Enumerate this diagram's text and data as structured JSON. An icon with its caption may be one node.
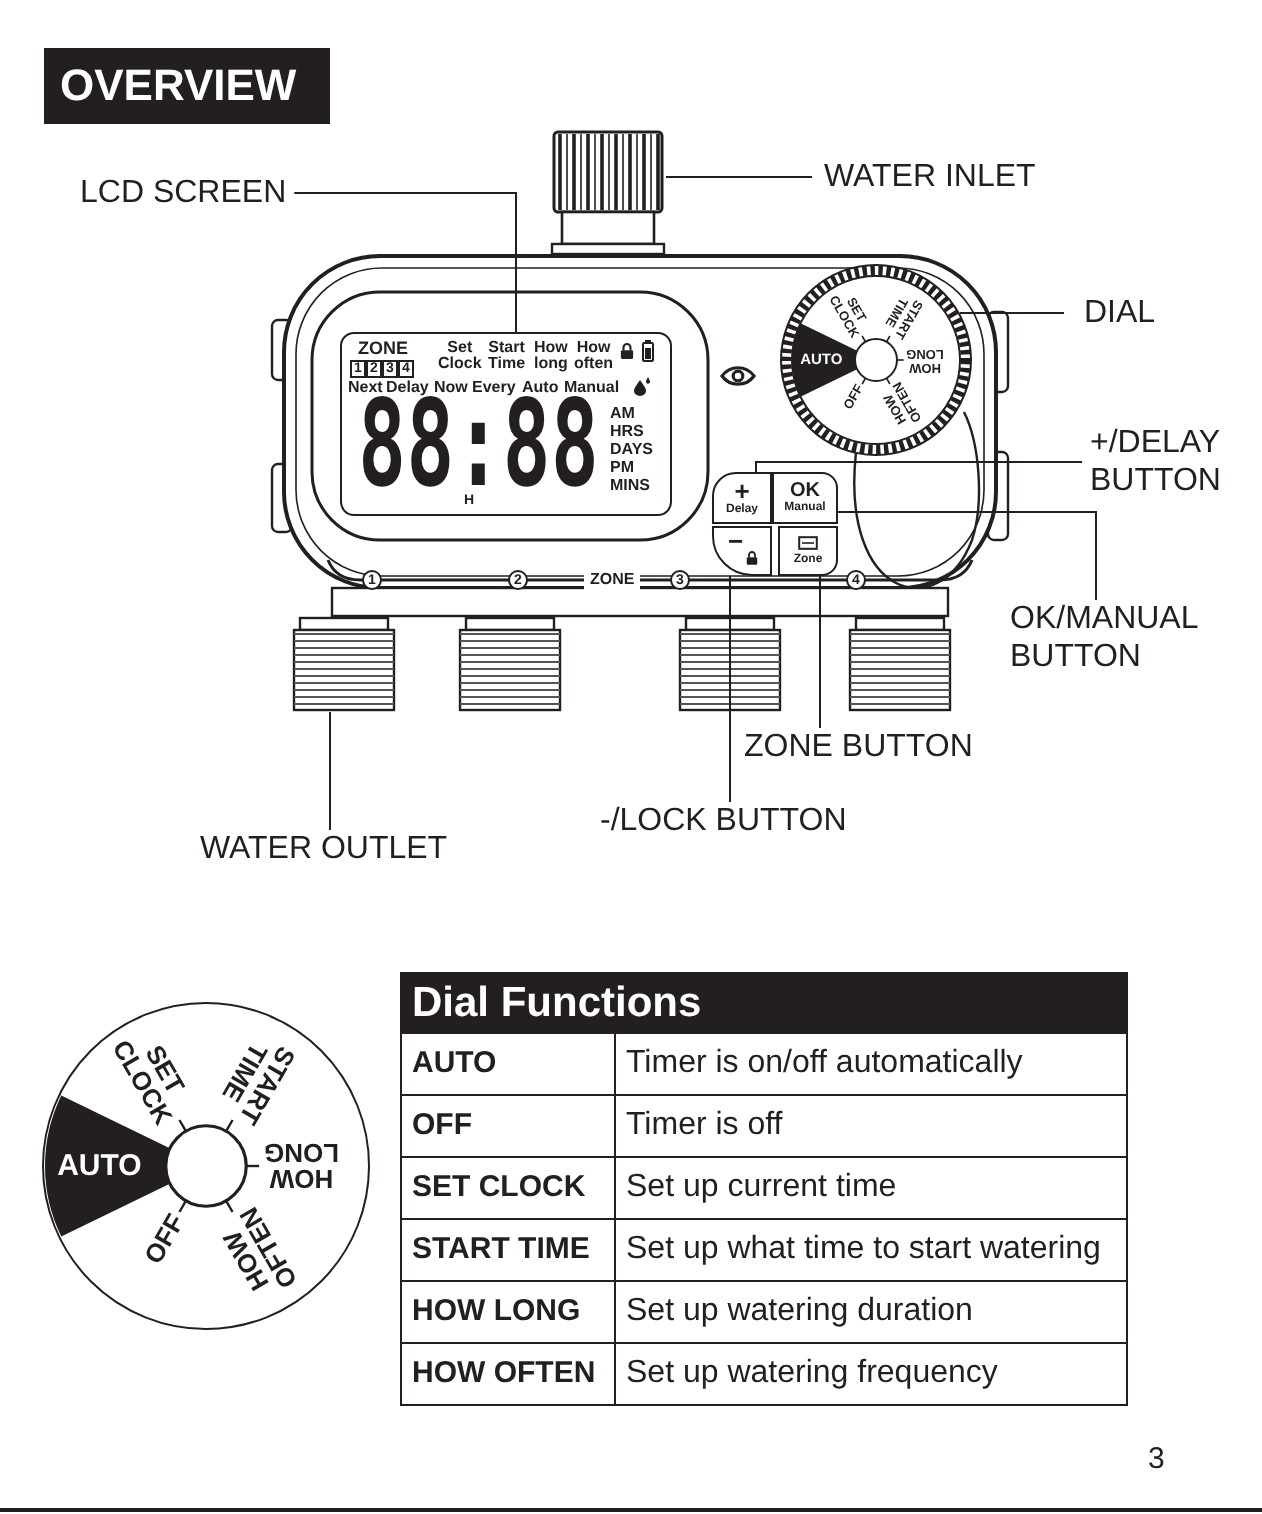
{
  "diagram": {
    "title": "OVERVIEW",
    "nodes": [
      {
        "text": [
          "LCD SCREEN"
        ]
      },
      {
        "text": [
          "ZONE",
          "1",
          "2",
          "3",
          "4",
          "Set Clock",
          "Start Time",
          "How long",
          "How often",
          "Next",
          "Delay",
          "Now",
          "Every",
          "Auto",
          "Manual",
          "88:88",
          "H",
          "AM",
          "HRS",
          "DAYS",
          "PM",
          "MINS"
        ]
      },
      {
        "text": [
          "WATER INLET"
        ]
      },
      {
        "text": [],
        "shape": "picture"
      },
      {
        "text": [
          "DIAL"
        ]
      },
      {
        "text": [
          "SET CLOCK",
          "START TIME",
          "AUTO",
          "HOW LONG",
          "OFF",
          "HOW OFTEN"
        ]
      },
      {
        "text": [
          "+/DELAY BUTTON"
        ]
      },
      {
        "text": [
          "+",
          "Delay"
        ]
      },
      {
        "text": [
          "OK/MANUAL BUTTON"
        ]
      },
      {
        "text": [
          "OK",
          "Manual"
        ]
      },
      {
        "text": [
          "ZONE BUTTON"
        ]
      },
      {
        "text": [
          "Zone"
        ]
      },
      {
        "text": [
          "-/LOCK BUTTON"
        ]
      },
      {
        "text": [
          "−"
        ]
      },
      {
        "text": [
          "WATER OUTLET"
        ]
      },
      {
        "text": [],
        "shape": "picture"
      },
      {
        "text": [
          "SET CLOCK",
          "START TIME",
          "AUTO",
          "HOW LONG",
          "OFF",
          "HOW OFTEN"
        ]
      }
    ],
    "edges": [
      {
        "from": 0,
        "to": 1,
        "arrow": "none"
      },
      {
        "from": 2,
        "to": 3,
        "arrow": "none"
      },
      {
        "from": 4,
        "to": 5,
        "arrow": "none"
      },
      {
        "from": 6,
        "to": 7,
        "arrow": "none"
      },
      {
        "from": 8,
        "to": 9,
        "arrow": "none"
      },
      {
        "from": 10,
        "to": 11,
        "arrow": "none"
      },
      {
        "from": 12,
        "to": 13,
        "arrow": "none"
      },
      {
        "from": 14,
        "to": 15,
        "arrow": "none"
      }
    ],
    "labels": [
      "1",
      "2",
      "ZONE",
      "3",
      "4",
      "Dial Functions",
      "AUTO",
      "Timer is on/off automatically",
      "OFF",
      "Timer is off",
      "SET CLOCK",
      "Set up current time",
      "START TIME",
      "Set up what time to start watering",
      "HOW LONG",
      "Set up watering duration",
      "HOW OFTEN",
      "Set up watering frequency",
      "3"
    ]
  }
}
